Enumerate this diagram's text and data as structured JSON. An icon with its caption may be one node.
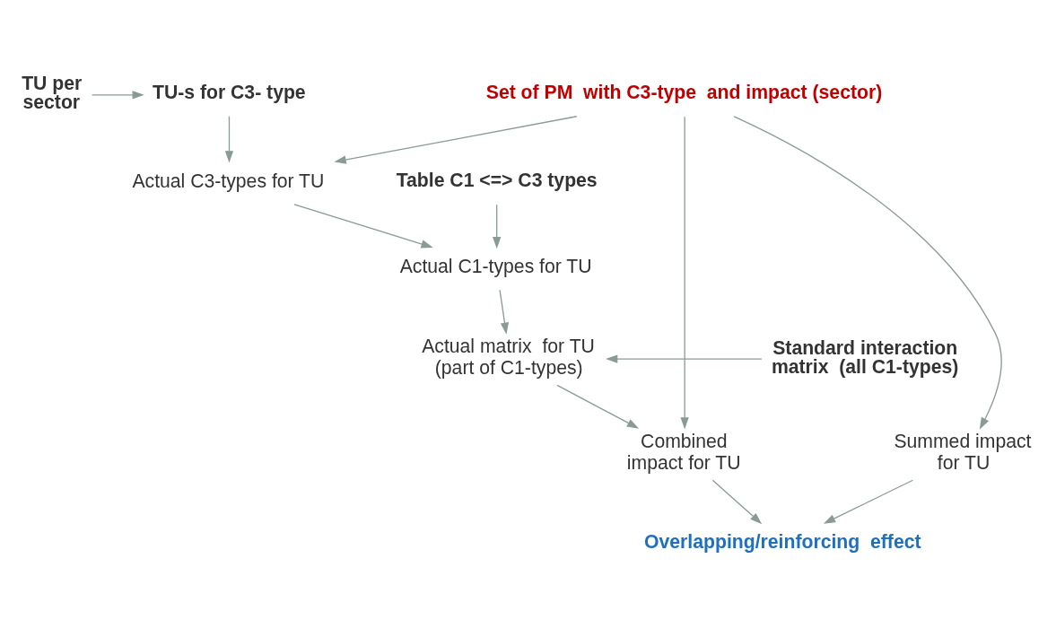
{
  "diagram": {
    "nodes": [
      {
        "text": [
          "TU per sector"
        ]
      },
      {
        "text": [
          "TU-s for C3- type"
        ]
      },
      {
        "text": [
          "Set of PM  with C3-type  and impact (sector)"
        ]
      },
      {
        "text": [
          "Table C1 <=> C3 types"
        ]
      },
      {
        "text": [
          "Actual C3-types for TU"
        ]
      },
      {
        "text": [
          "Actual C1-types for TU"
        ]
      },
      {
        "text": [
          "Standard interaction matrix  (all C1-types)"
        ]
      },
      {
        "text": [
          "Actual matrix  for TU (part of C1-types)"
        ]
      },
      {
        "text": [
          "Combined impact for TU"
        ]
      },
      {
        "text": [
          "Summed impact for TU"
        ]
      },
      {
        "text": [
          "Overlapping/reinforcing  effect"
        ]
      }
    ],
    "edges": [
      {
        "from": 0,
        "to": 1,
        "arrow": "to"
      },
      {
        "from": 1,
        "to": 4,
        "arrow": "to"
      },
      {
        "from": 2,
        "to": 4,
        "arrow": "to"
      },
      {
        "from": 3,
        "to": 5,
        "arrow": "to"
      },
      {
        "from": 4,
        "to": 5,
        "arrow": "to"
      },
      {
        "from": 5,
        "to": 7,
        "arrow": "to"
      },
      {
        "from": 6,
        "to": 7,
        "arrow": "to"
      },
      {
        "from": 7,
        "to": 8,
        "arrow": "to"
      },
      {
        "from": 2,
        "to": 8,
        "arrow": "to"
      },
      {
        "from": 2,
        "to": 9,
        "arrow": "to"
      },
      {
        "from": 8,
        "to": 10,
        "arrow": "to"
      },
      {
        "from": 9,
        "to": 10,
        "arrow": "to"
      }
    ]
  }
}
